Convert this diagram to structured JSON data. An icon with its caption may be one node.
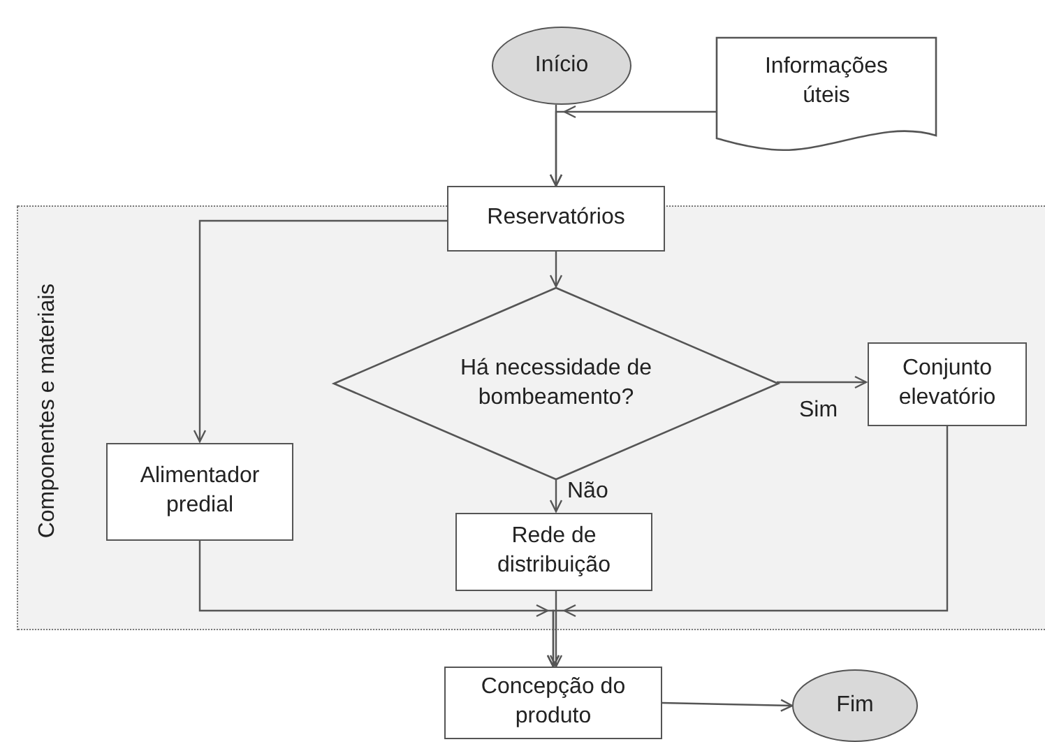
{
  "diagram": {
    "nodes": [
      {
        "text": [
          "Início"
        ]
      },
      {
        "text": [
          "Informações úteis"
        ]
      },
      {
        "text": [
          "Componentes e materiais"
        ]
      },
      {
        "text": [
          "Reservatórios"
        ]
      },
      {
        "text": [
          "Há necessidade de bombeamento?"
        ],
        "in": 2
      },
      {
        "text": [
          "Conjunto elevatório"
        ],
        "in": 2
      },
      {
        "text": [
          "Alimentador predial"
        ],
        "in": 2
      },
      {
        "text": [
          "Rede de distribuição"
        ],
        "in": 2
      },
      {
        "text": [
          "Concepção do produto"
        ]
      },
      {
        "text": [
          "Fim"
        ]
      }
    ],
    "edges": [
      {
        "from": 0,
        "to": 3,
        "arrow": "to"
      },
      {
        "from": 1,
        "to": 3,
        "arrow": "to"
      },
      {
        "from": 3,
        "to": 6,
        "arrow": "to"
      },
      {
        "from": 3,
        "to": 4,
        "arrow": "to"
      },
      {
        "from": 4,
        "to": 5,
        "arrow": "to",
        "label": "Sim"
      },
      {
        "from": 4,
        "to": 7,
        "arrow": "to",
        "label": "Não"
      },
      {
        "from": 6,
        "to": 8,
        "arrow": "to"
      },
      {
        "from": 7,
        "to": 8,
        "arrow": "to"
      },
      {
        "from": 5,
        "to": 8,
        "arrow": "to"
      },
      {
        "from": 8,
        "to": 9,
        "arrow": "to"
      }
    ]
  }
}
